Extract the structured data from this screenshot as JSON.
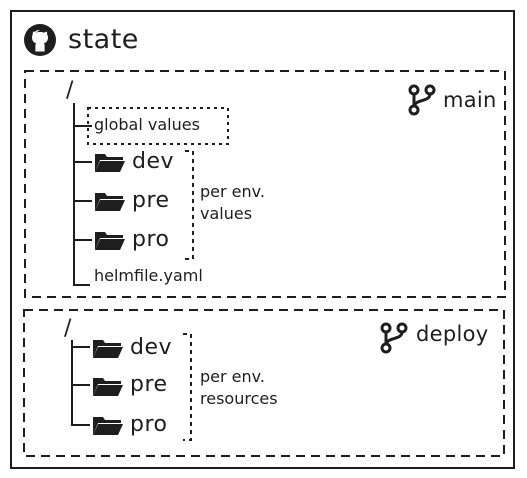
{
  "repo": {
    "title": "state",
    "icon": "github-icon"
  },
  "branches": [
    {
      "name": "main",
      "icon": "git-branch-icon",
      "root": "/",
      "global_values": "global values",
      "folders": [
        "dev",
        "pre",
        "pro"
      ],
      "folder_icon": "folder-icon",
      "note": "per env. values",
      "file": "helmfile.yaml"
    },
    {
      "name": "deploy",
      "icon": "git-branch-icon",
      "root": "/",
      "folders": [
        "dev",
        "pre",
        "pro"
      ],
      "folder_icon": "folder-icon",
      "note": "per env. resources"
    }
  ],
  "colors": {
    "stroke": "#1e1e1e",
    "background": "#ffffff"
  }
}
